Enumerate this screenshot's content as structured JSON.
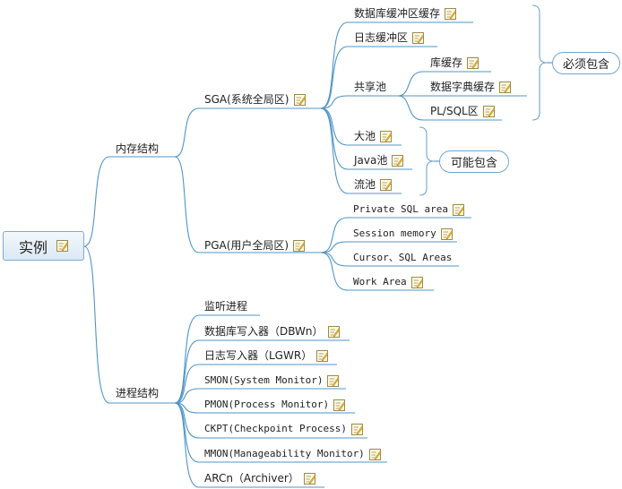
{
  "root": {
    "label": "实例"
  },
  "branches": {
    "memory": {
      "label": "内存结构",
      "sga": {
        "label": "SGA(系统全局区)",
        "items": [
          "数据库缓冲区缓存",
          "日志缓冲区",
          "共享池",
          "大池",
          "Java池",
          "流池"
        ],
        "shared_pool": [
          "库缓存",
          "数据字典缓存",
          "PL/SQL区"
        ]
      },
      "pga": {
        "label": "PGA(用户全局区)",
        "items": [
          "Private SQL area",
          "Session memory",
          "Cursor、SQL Areas",
          "Work Area"
        ]
      }
    },
    "process": {
      "label": "进程结构",
      "items": [
        "监听进程",
        "数据库写入器（DBWn）",
        "日志写入器（LGWR）",
        "SMON(System Monitor)",
        "PMON(Process Monitor)",
        "CKPT(Checkpoint Process)",
        "MMON(Manageability Monitor)",
        "ARCn（Archiver）"
      ]
    }
  },
  "callouts": {
    "required": "必须包含",
    "optional": "可能包含"
  },
  "colors": {
    "line": "#4f95c8",
    "root_fill": "#dbe8f5",
    "note_icon": "#f2c63a"
  }
}
